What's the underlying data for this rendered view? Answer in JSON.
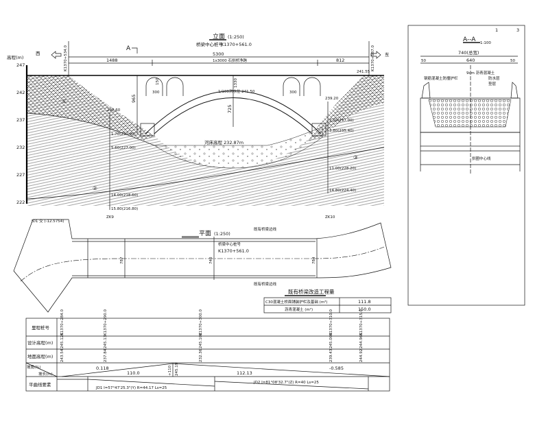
{
  "elevation": {
    "title": "立面",
    "scale": "(1:250)",
    "center_label": "桥梁中心桩号",
    "center_station": "K1370+561.0",
    "section_mark": "A",
    "axis_label": "高程(m)",
    "left_dir": "西",
    "right_dir": "东",
    "axis_ticks": [
      "247",
      "242",
      "237",
      "232",
      "227",
      "222"
    ],
    "left_abutment": "K1370+534.0",
    "right_abutment": "K1370+587.0",
    "total_length": "5300",
    "span_desc": "1x3000 石拱桥净跨",
    "left_dim": "1488",
    "right_dim": "812",
    "arch_rise": "1330",
    "pier_height": "965",
    "arch_height": "725",
    "small_arch": "300",
    "small_arch_h": "150",
    "water_level": "1/100洪水位 241.50",
    "riverbed": "河床高程 232.87m",
    "right_top": "241.55",
    "left_hole": {
      "id": "ZK9",
      "top": "232.60",
      "l1": "1.70(230.90)",
      "l2": "5.60(227.00)",
      "l3": "14.00(218.60)",
      "l4": "15.80(216.80)"
    },
    "right_hole": {
      "id": "ZK10",
      "top": "239.20",
      "l1": "2.20(237.00)",
      "l2": "3.80(235.40)",
      "l3": "11.00(228.20)",
      "l4": "14.80(224.40)"
    },
    "layers": [
      "①",
      "②",
      "③"
    ]
  },
  "plan": {
    "title": "平面",
    "scale": "(1:250)",
    "top_edge": "既有桥梁边线",
    "bottom_edge": "既有桥梁边线",
    "center_label": "桥梁中心桩号",
    "center_station": "K1370+561.0",
    "widths": [
      "787",
      "740",
      "784"
    ],
    "curve_note": "JD1 交 (-12.5754)"
  },
  "quantities": {
    "title": "既有桥梁改造工程量",
    "rows": [
      {
        "item": "C30混凝土桥面铺装护栏及基础 (m³)",
        "value": "111.8"
      },
      {
        "item": "沥青混凝土 (m²)",
        "value": "150.0"
      }
    ]
  },
  "section": {
    "title": "A--A",
    "scale": "1:100",
    "page": "1",
    "pages": "3",
    "total_width": "740(总宽)",
    "left_margin": "50",
    "middle": "640",
    "right_margin": "50",
    "note_top": "9cm 沥青混凝土",
    "note_left": "钢筋混凝土防撞护栏",
    "note_mid1": "防水层",
    "note_mid2": "垫层",
    "note_bottom": "拱圈中心线"
  },
  "profile": {
    "row_labels": [
      "里程桩号",
      "设计高程(m)",
      "地面高程(m)",
      "坡度(%)",
      "坡长(m)",
      "平曲线要素"
    ],
    "stations": [
      "K1370+284.0",
      "K1370+290.0",
      "K1370+300.0",
      "K1370+310.0",
      "K1370+315.0"
    ],
    "design": [
      "245.125",
      "245.13",
      "245.102",
      "245.009",
      "244.965"
    ],
    "ground": [
      "243.54",
      "237.84",
      "232.36",
      "239.43",
      "244.92"
    ],
    "grades": [
      "0.118",
      "-0.585"
    ],
    "lengths": [
      "110.0",
      "112.13"
    ],
    "pvi_station": "+110",
    "pvi_elev": "245.19",
    "curves": [
      "JD1  I=57°47'25.3\"(Y)  R=44.17  Ls=25",
      "JD2  I=81°08'32.7\"(Z)  R=40  Ls=25"
    ]
  }
}
